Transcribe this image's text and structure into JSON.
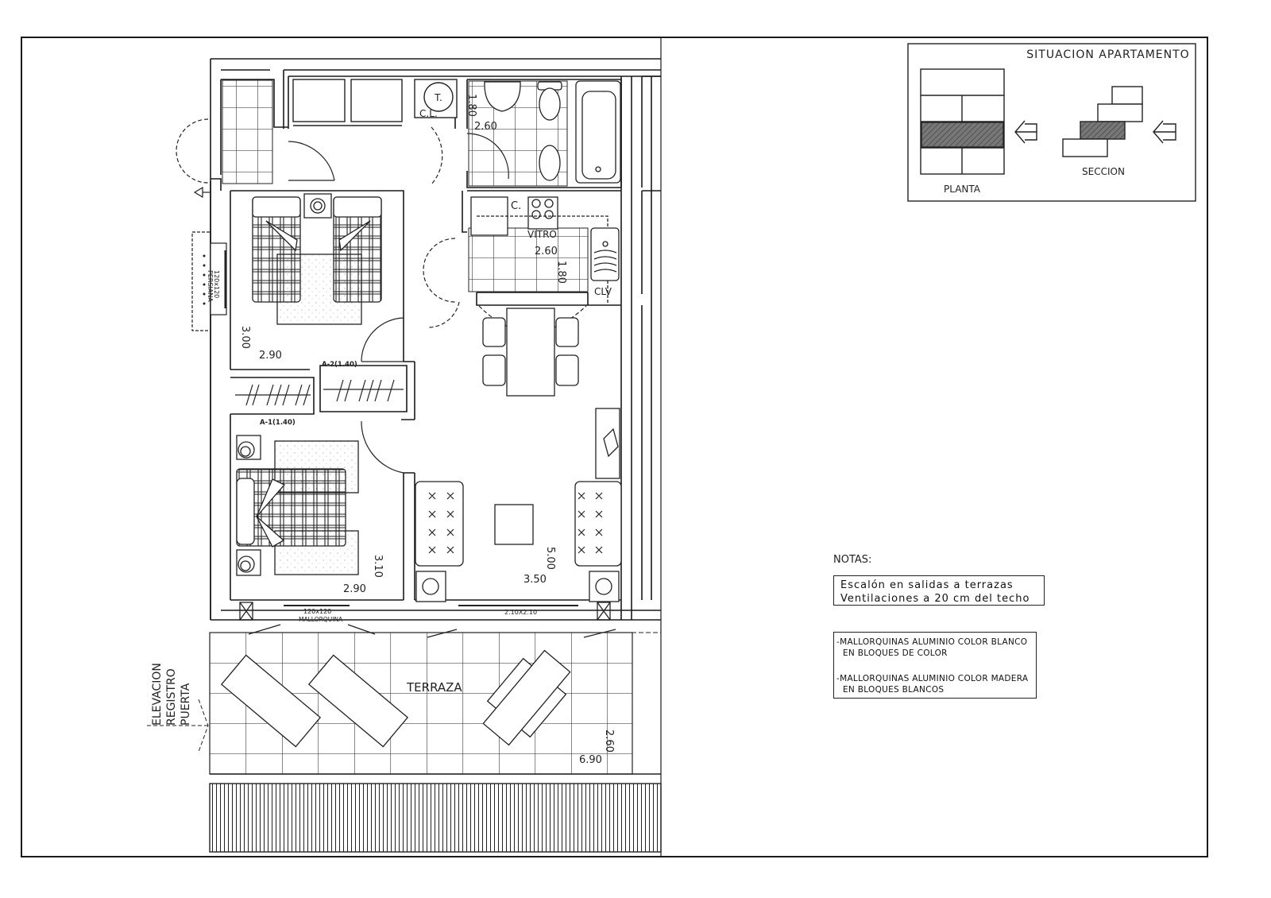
{
  "drawing": {
    "type": "floor_plan",
    "situation_box": {
      "title": "SITUACION APARTAMENTO",
      "plan_label": "PLANTA",
      "section_label": "SECCION"
    },
    "notes": {
      "title": "NOTAS:",
      "general": [
        "Escalón en salidas a terrazas",
        "Ventilaciones a 20 cm del techo"
      ],
      "shutters": [
        {
          "line1": "-MALLORQUINAS ALUMINIO COLOR BLANCO",
          "line2": " EN BLOQUES DE COLOR"
        },
        {
          "line1": "-MALLORQUINAS ALUMINIO COLOR MADERA",
          "line2": " EN BLOQUES BLANCOS"
        }
      ]
    },
    "labels": {
      "laundry_tank": "T.",
      "laundry": "C.L.",
      "bath_dim_w": "2.60",
      "bath_dim_h": "1.80",
      "kitchen": "C.",
      "cooktop": "VITRO",
      "kitchen_dim_w": "2.60",
      "kitchen_dim_h": "1.80",
      "sink": "CLV",
      "bedroom1_dim_h": "3.00",
      "bedroom1_dim_w": "2.90",
      "wardrobe1": "A-1(1.40)",
      "wardrobe2": "A-2(1.40)",
      "side_window": "120x120",
      "side_window_type": "PERSIANA",
      "bedroom2_dim_h": "3.10",
      "bedroom2_dim_w": "2.90",
      "living_dim_h": "5.00",
      "living_dim_w": "3.50",
      "window_bedroom": "120x120",
      "window_bedroom_type": "MALLORQUINA",
      "door_living": "2.10X2.10",
      "terrace": "TERRAZA",
      "terrace_dim_h": "2.60",
      "terrace_dim_w": "6.90",
      "elevation_l1": "ELEVACION",
      "elevation_l2": "REGISTRO",
      "elevation_l3": "PUERTA"
    },
    "colors": {
      "line": "#1a1a1a",
      "hatch": "#555555",
      "background": "#ffffff"
    }
  }
}
